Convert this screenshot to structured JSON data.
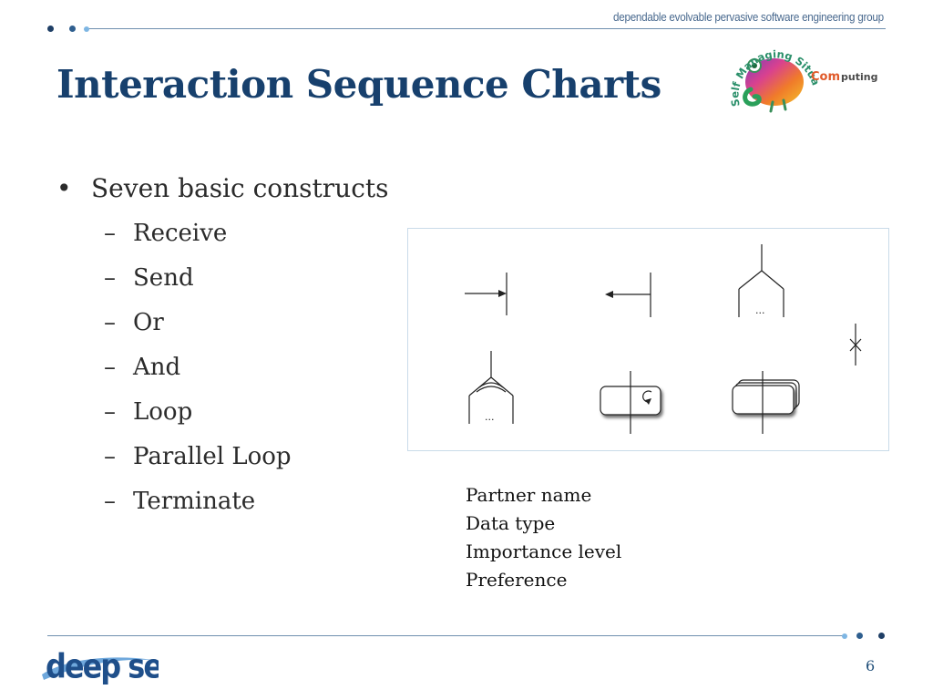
{
  "header": {
    "tagline": "dependable evolvable pervasive software engineering group",
    "logo_text": "Self Managing Situated Computing"
  },
  "slide": {
    "title": "Interaction Sequence Charts",
    "bullet_mark": "•",
    "sub_mark": "–",
    "main_bullet": "Seven basic constructs",
    "sub_bullets": [
      "Receive",
      "Send",
      "Or",
      "And",
      "Loop",
      "Parallel Loop",
      "Terminate"
    ],
    "diagram_ellipsis": "...",
    "legend": [
      "Partner name",
      "Data type",
      "Importance level",
      "Preference"
    ]
  },
  "footer": {
    "logo_text": "deep se",
    "page_number": "6"
  },
  "colors": {
    "title": "#17406d",
    "rule": "#6f8fae",
    "dot_dark": "#1f3f66",
    "dot_light": "#7eb6e3"
  }
}
